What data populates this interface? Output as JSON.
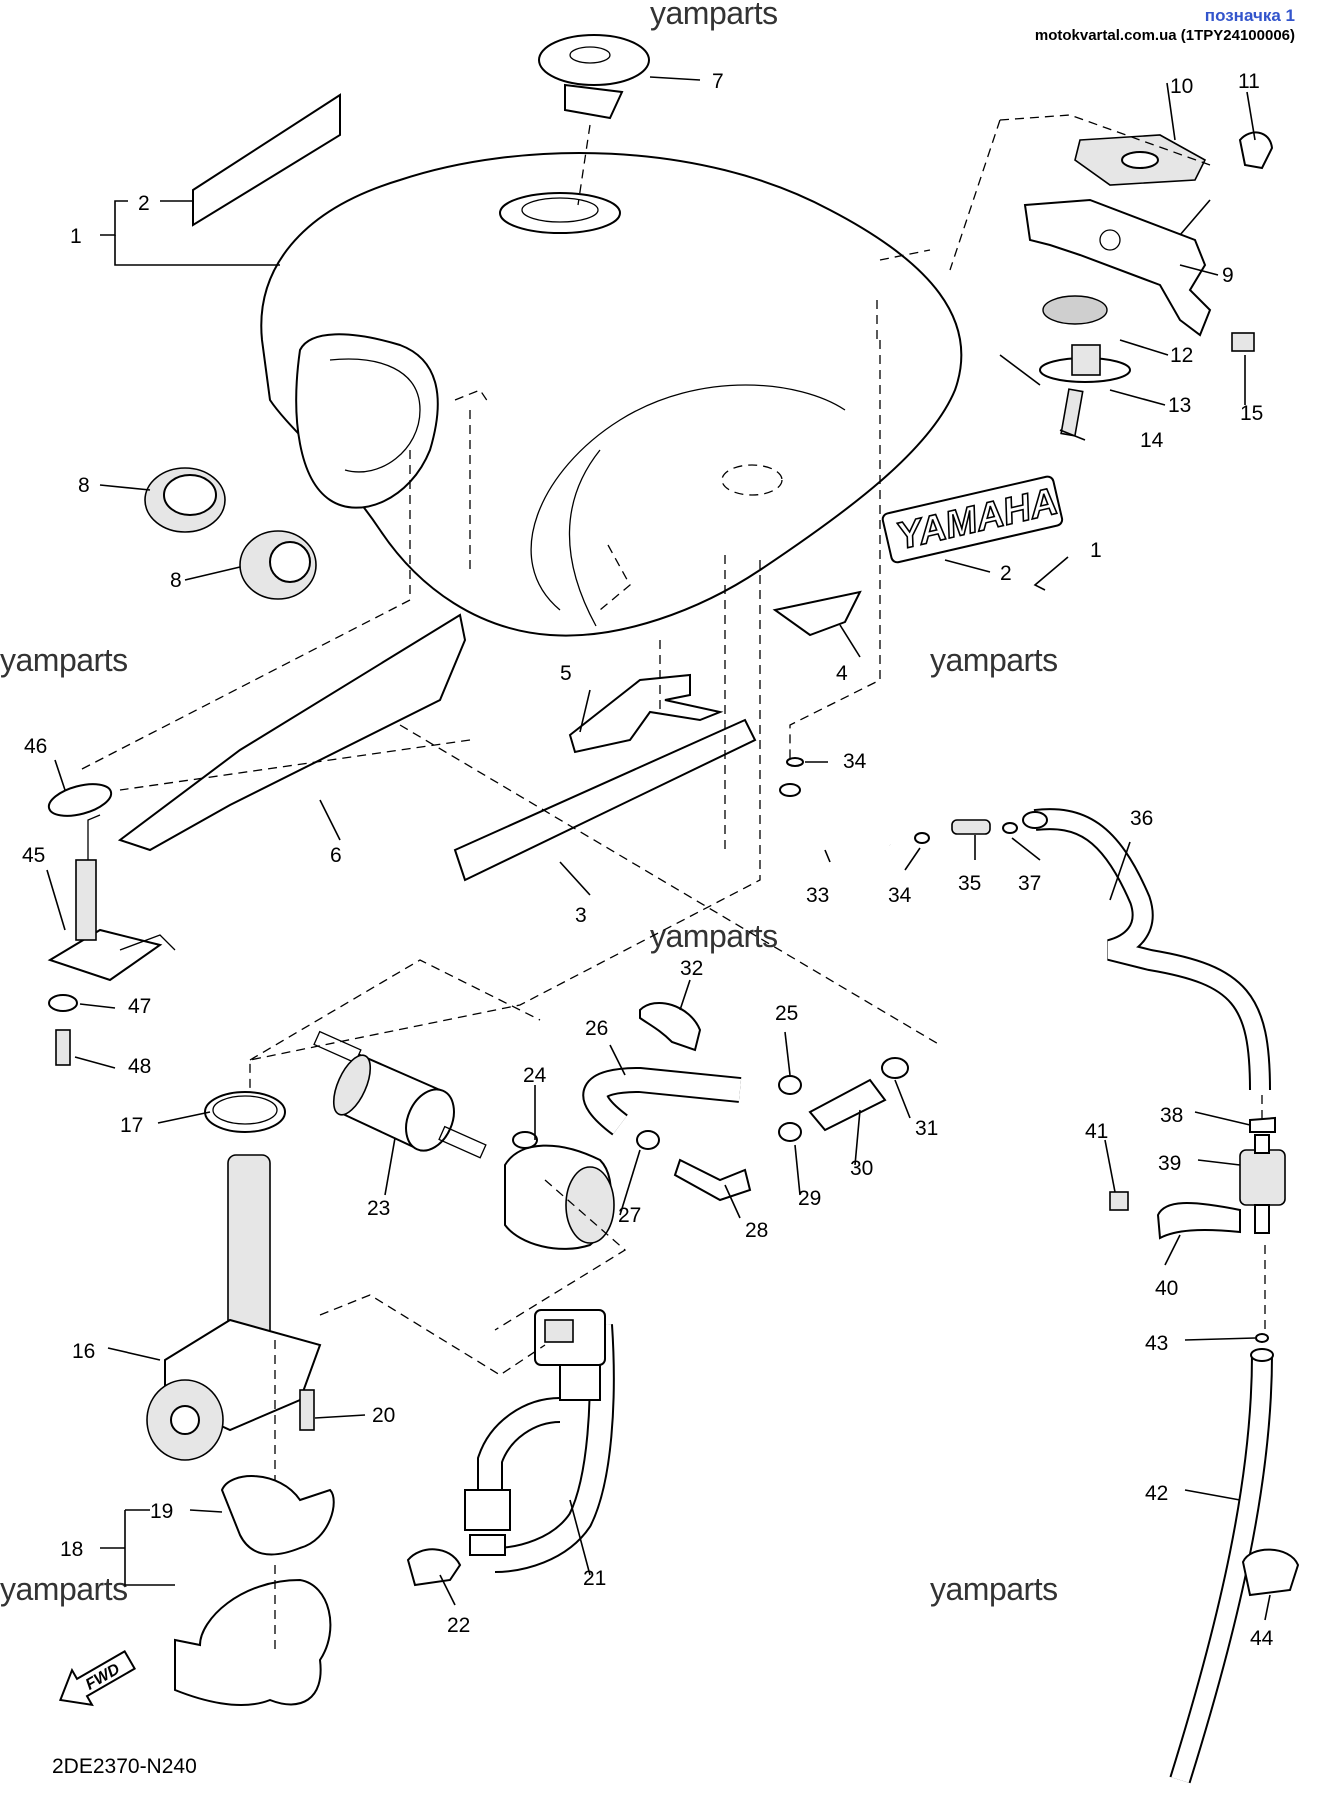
{
  "header": {
    "title": "позначка 1",
    "subtitle": "motokvartal.com.ua (1TPY24100006)"
  },
  "watermark": "yamparts",
  "diagram_code": "2DE2370-N240",
  "fwd_label": "FWD",
  "brand_logo": "YAMAHA",
  "callouts": [
    "1",
    "2",
    "3",
    "4",
    "5",
    "6",
    "7",
    "8",
    "9",
    "10",
    "11",
    "12",
    "13",
    "14",
    "15",
    "16",
    "17",
    "18",
    "19",
    "20",
    "21",
    "22",
    "23",
    "24",
    "25",
    "26",
    "27",
    "28",
    "29",
    "30",
    "31",
    "32",
    "33",
    "34",
    "35",
    "36",
    "37",
    "38",
    "39",
    "40",
    "41",
    "42",
    "43",
    "44",
    "45",
    "46",
    "47",
    "48"
  ]
}
